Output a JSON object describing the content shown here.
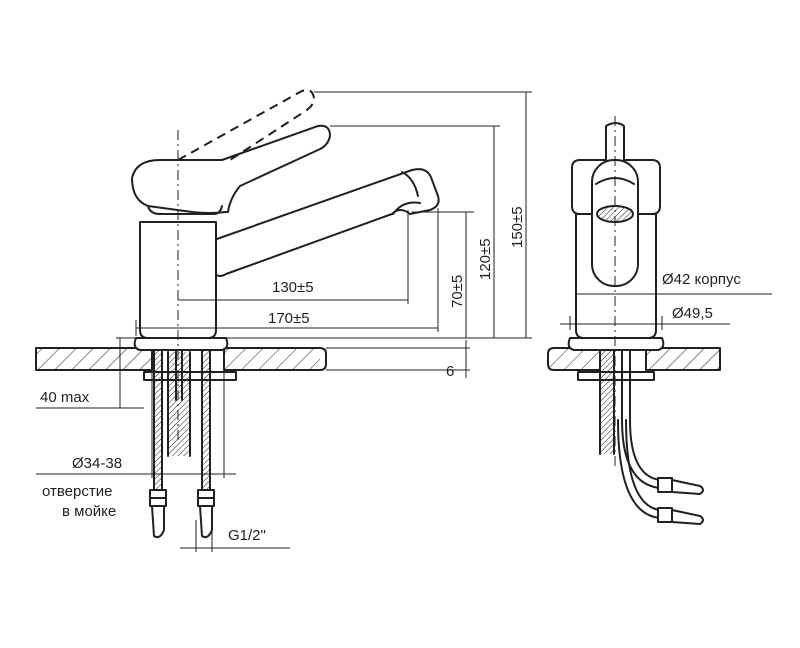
{
  "dimensions": {
    "spout_reach": "130±5",
    "total_length": "170±5",
    "spout_height": "70±5",
    "lever_height": "120±5",
    "total_height": "150±5",
    "counter_thickness": "6",
    "max_counter": "40 max",
    "hole_diameter": "Ø34-38",
    "hole_label_1": "отверстие",
    "hole_label_2": "в мойке",
    "thread": "G1/2\"",
    "body_diameter": "Ø42 корпус",
    "base_diameter": "Ø49,5"
  },
  "colors": {
    "line": "#231f20",
    "background": "#ffffff"
  }
}
